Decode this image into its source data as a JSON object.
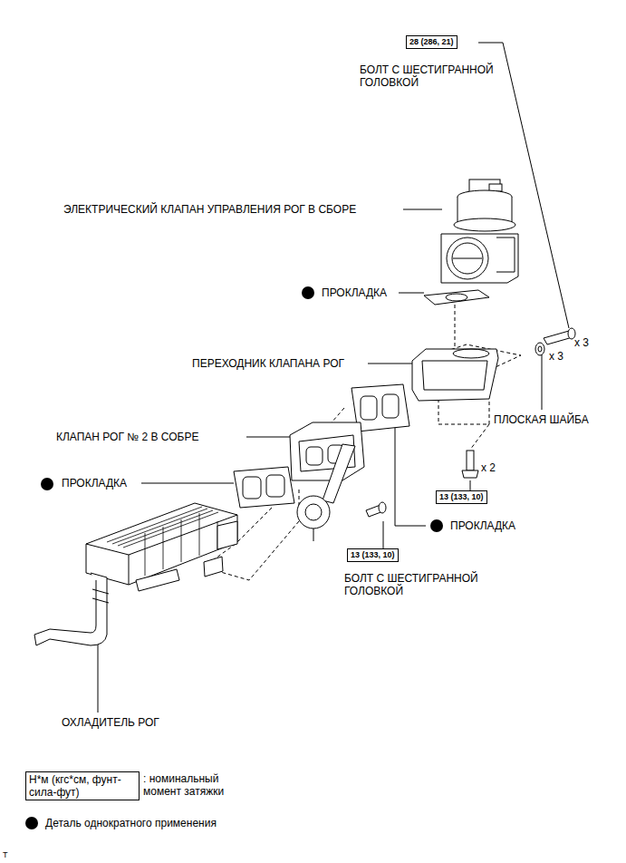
{
  "diagram": {
    "nodes": [
      {
        "text": [
          "28 (286, 21)"
        ]
      },
      {
        "text": [
          "13 (133, 10)"
        ]
      },
      {
        "text": [
          "13 (133, 10)"
        ]
      },
      {
        "text": [
          "Н*м (кгс*см, фунт-сила-фут)"
        ]
      }
    ],
    "labels": [
      "БОЛТ С ШЕСТИГРАННОЙ ГОЛОВКОЙ",
      "ЭЛЕКТРИЧЕСКИЙ КЛАПАН УПРАВЛЕНИЯ РОГ В СБОРЕ",
      "ПРОКЛАДКА",
      "x 3",
      "ПЕРЕХОДНИК КЛАПАНА РОГ",
      "x 3",
      "ПЛОСКАЯ ШАЙБА",
      "КЛАПАН РОГ № 2 В СОБРЕ",
      "x 2",
      "ПРОКЛАДКА",
      "ПРОКЛАДКА",
      "БОЛТ С ШЕСТИГРАННОЙ ГОЛОВКОЙ",
      "ОХЛАДИТЕЛЬ РОГ",
      "T"
    ],
    "legend": [
      {
        "text": ": номинальный момент затяжки"
      },
      {
        "text": "Деталь однократного применения"
      }
    ]
  }
}
